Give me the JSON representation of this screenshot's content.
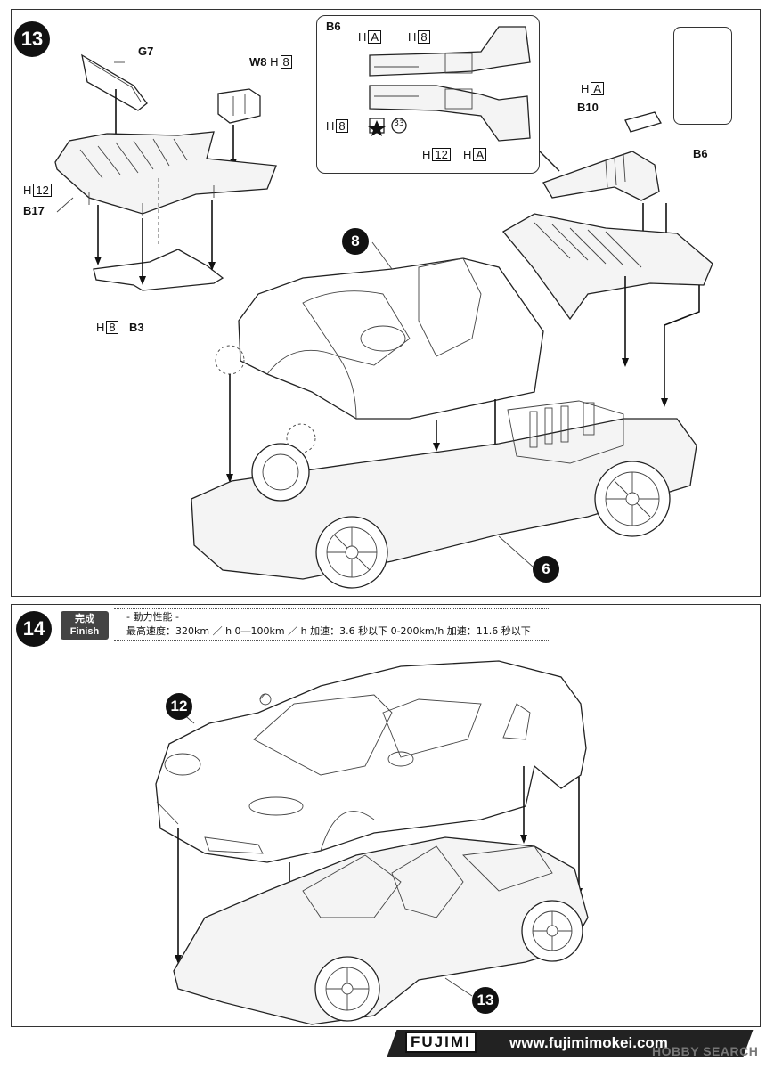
{
  "step13": {
    "number": "13",
    "inset_label": "B6",
    "parts": {
      "g7": "G7",
      "w8": "W8",
      "b17": "B17",
      "b3": "B3",
      "b10": "B10",
      "b6": "B6",
      "h8": "H",
      "h12": "H",
      "ha": "H",
      "box_8": "8",
      "box_12": "12",
      "box_a": "A"
    },
    "decal_number": "33",
    "callouts": {
      "sub8": "8",
      "sub6": "6"
    }
  },
  "step14": {
    "number": "14",
    "badge_top": "完成",
    "badge_bottom": "Finish",
    "spec_heading": "- 動力性能 -",
    "spec_line": "最高速度：320km ／ h 0―100km ／ h 加速：3.6 秒以下 0-200km/h 加速：11.6 秒以下",
    "callouts": {
      "sub12": "12",
      "sub13": "13"
    }
  },
  "footer": {
    "brand": "FUJIMI",
    "url": "www.fujimimokei.com",
    "watermark": "HOBBY SEARCH"
  },
  "colors": {
    "ink": "#111111",
    "panel_border": "#333333",
    "footer_band": "#222222"
  }
}
